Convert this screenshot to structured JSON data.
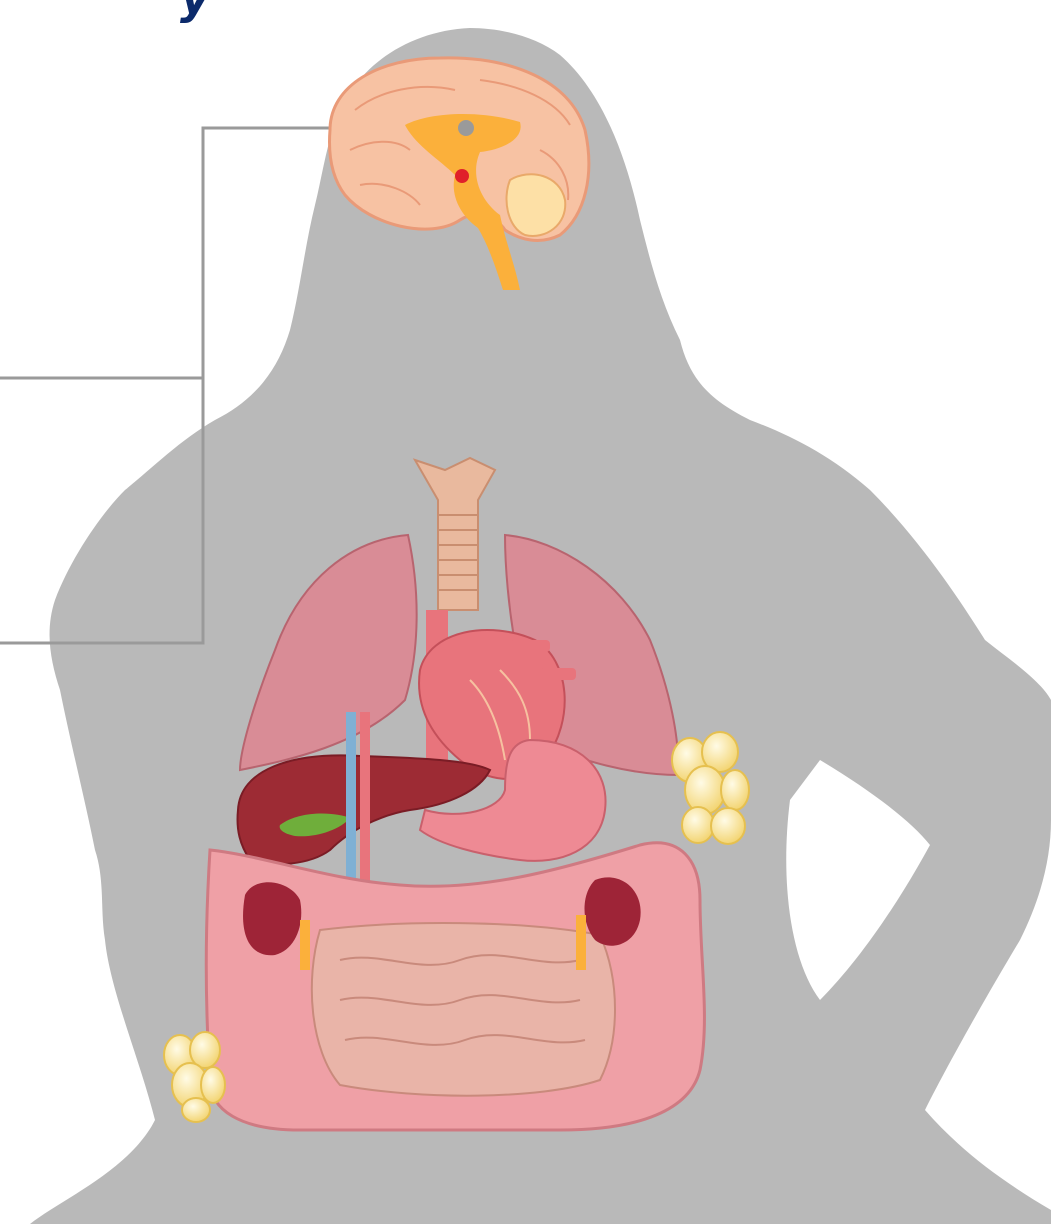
{
  "title": "y",
  "colors": {
    "silhouette": "#b9b9b9",
    "leader_line": "#9a9a9a",
    "title": "#0b2a6b",
    "brain": "#f7c2a3",
    "hypothalamus": "#fbb03b",
    "lungs": "#d98c96",
    "trachea": "#e9b99e",
    "heart": "#e8747c",
    "liver": "#9d2b34",
    "gallbladder": "#6fae3b",
    "stomach": "#ee8a94",
    "kidney": "#9e2437",
    "intestine": "#efa0a6",
    "fat": "#f7e39c"
  },
  "diagram": {
    "figure": "female-silhouette",
    "organs": [
      "brain",
      "hypothalamus",
      "trachea",
      "lungs",
      "heart",
      "liver",
      "gallbladder",
      "stomach",
      "kidneys",
      "large-intestine",
      "small-intestine",
      "fat-cells"
    ],
    "callouts": [
      "hypothalamus-callout"
    ]
  }
}
